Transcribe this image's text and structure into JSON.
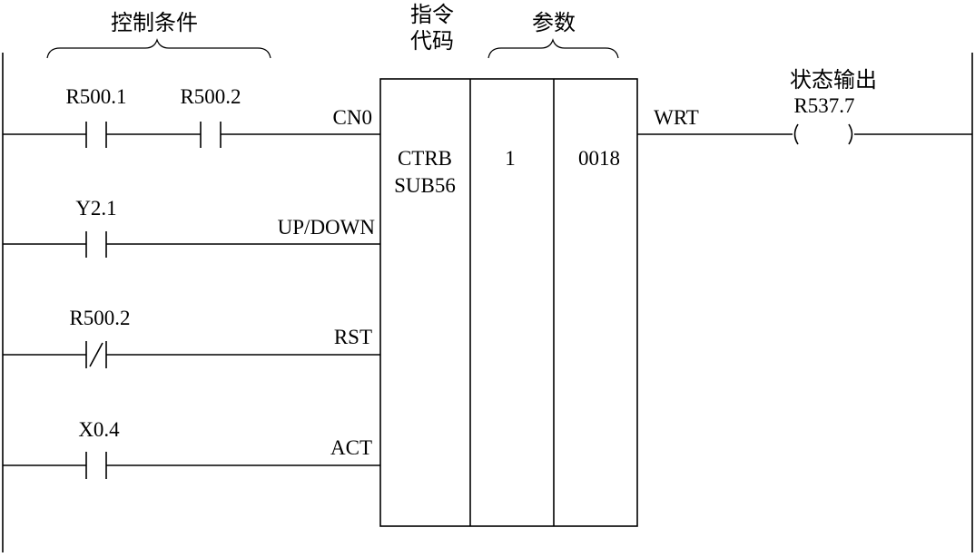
{
  "headings": {
    "control_conditions": "控制条件",
    "instruction_code_line1": "指令",
    "instruction_code_line2": "代码",
    "parameters": "参数",
    "status_output": "状态输出"
  },
  "contacts": {
    "r500_1": "R500.1",
    "r500_2_top": "R500.2",
    "y2_1": "Y2.1",
    "r500_2_nc": "R500.2",
    "x0_4": "X0.4"
  },
  "inputs": {
    "cn0": "CN0",
    "up_down": "UP/DOWN",
    "rst": "RST",
    "act": "ACT"
  },
  "block": {
    "name_line1": "CTRB",
    "name_line2": "SUB56",
    "param1": "1",
    "param2": "0018"
  },
  "output": {
    "wrt": "WRT",
    "coil_address": "R537.7"
  }
}
